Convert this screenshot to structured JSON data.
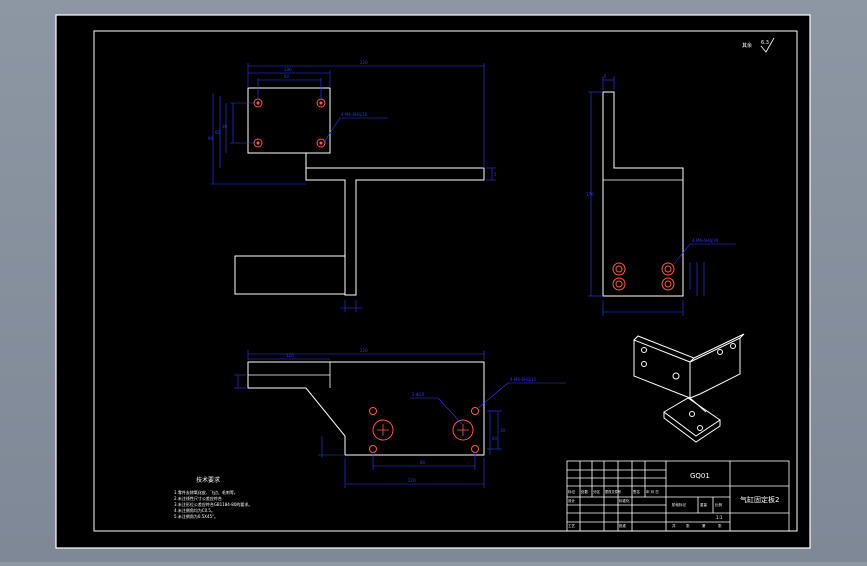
{
  "colors": {
    "background": "#000000",
    "frame": "#ffffff",
    "dimension": "#2a3cff",
    "hole": "#ff5a3c",
    "viewport_bg": "#8a93a0"
  },
  "title_block": {
    "part_number": "GQ01",
    "part_name": "气缸固定板2",
    "scale": "1:1",
    "cells": {
      "r1": "标记",
      "r2": "处数",
      "r3": "分区",
      "r4": "更改文件号",
      "r5": "签名",
      "r6": "年 月 日",
      "design": "设计",
      "standard": "标准化",
      "stage": "阶段标记",
      "weight": "重量",
      "scale_label": "比例",
      "process": "工艺",
      "approve": "批准",
      "sheet_a": "共",
      "sheet_b": "张",
      "sheet_c": "第",
      "sheet_d": "张"
    }
  },
  "roughness": {
    "prefix": "其余",
    "symbol": "6.3"
  },
  "tech_requirements": {
    "title": "技术要求",
    "lines": [
      "1.零件去除氧化皮、飞边、毛刺等。",
      "2.未注线性尺寸公差应符合",
      "3.未注形位公差应符合GB1184-80的要求。",
      "4.未注倒角均为C0.5。",
      "5.未注倒角为0.5X45°。"
    ]
  },
  "dimensions": {
    "front_width": "100",
    "front_hole_span": "60",
    "front_total": "220",
    "front_depth_a": "30",
    "front_depth_b": "60",
    "front_depth_c": "90",
    "front_thick": "5",
    "front_note": "4-M6-6H深10",
    "side_note": "4-M6-6H深10",
    "side_height": "170",
    "side_thick": "5",
    "top_total": "220",
    "top_width": "120",
    "top_hole_dist": "80",
    "top_overall": "220",
    "top_note_a": "2-Φ20",
    "top_note_b": "4-M6-6H深10",
    "top_side_a": "30",
    "top_side_b": "60"
  }
}
